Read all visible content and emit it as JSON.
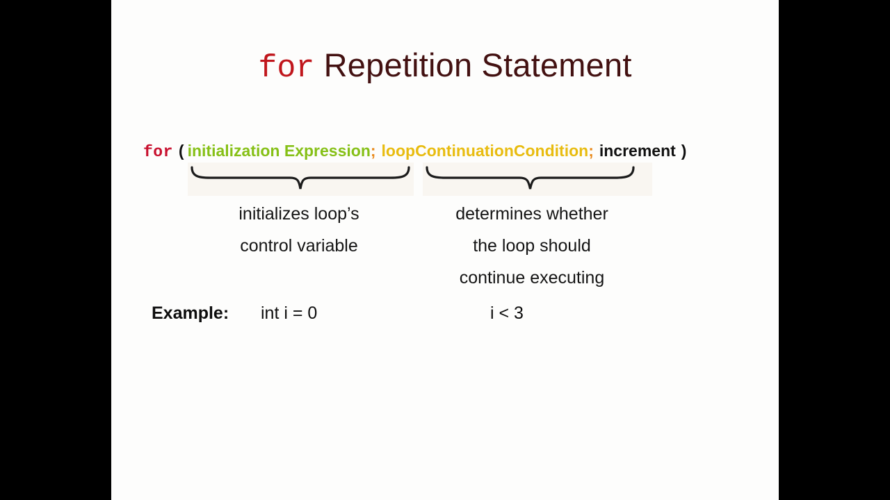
{
  "slide": {
    "title": {
      "keyword": "for",
      "rest": " Repetition Statement"
    },
    "syntax": {
      "keyword": "for",
      "open_paren": "(",
      "initialization": "initialization Expression",
      "semicolon_1": ";",
      "condition": "loopContinuationCondition",
      "semicolon_2": ";",
      "increment": "increment",
      "close_paren": ")"
    },
    "annotations": {
      "initialization": {
        "lines": [
          "initializes loop’s",
          "control variable"
        ]
      },
      "condition": {
        "lines": [
          "determines whether",
          "the loop should",
          "continue executing"
        ]
      }
    },
    "example": {
      "label": "Example:",
      "initialization_value": "int i = 0",
      "condition_value": "i < 3"
    },
    "colors": {
      "title_keyword": "#c0161c",
      "title_rest": "#431111",
      "syntax_keyword": "#c8102e",
      "initialization": "#86c017",
      "condition": "#e8bc10",
      "semicolon": "#e8891a",
      "increment": "#111111",
      "paren": "#111111",
      "slide_background": "#fdfdfc",
      "letterbox": "#000000",
      "brace_tint": "#f9f6f1"
    }
  }
}
